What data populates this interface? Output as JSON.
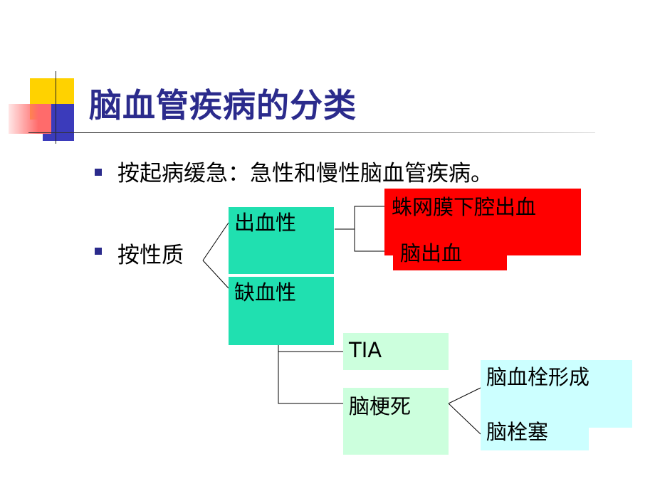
{
  "title": "脑血管疾病的分类",
  "bullets": {
    "first": "按起病缓急：急性和慢性脑血管疾病。",
    "second": "按性质"
  },
  "nodes": {
    "hemorrhagic": "出血性",
    "ischemic": "缺血性",
    "sah": "蛛网膜下腔出血",
    "ich": "脑出血",
    "tia": "TIA",
    "infarction": "脑梗死",
    "thrombosis": "脑血栓形成",
    "embolism": "脑栓塞"
  },
  "colors": {
    "title": "#2b2b8c",
    "mint": "#20e0b0",
    "mint_light": "#ccffdd",
    "cyan": "#ccffff",
    "red": "#ff0000"
  }
}
